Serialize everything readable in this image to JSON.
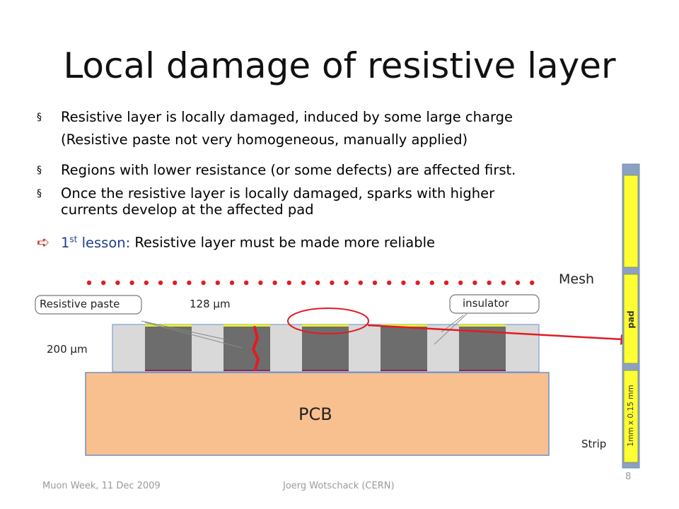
{
  "slide": {
    "title": "Local damage of resistive layer",
    "bullets": [
      {
        "marker": "§",
        "text": "Resistive layer is locally damaged, induced by some large charge"
      },
      {
        "marker": "",
        "text": "(Resistive paste not very homogeneous, manually applied)"
      },
      {
        "marker": "§",
        "text": "Regions with lower resistance (or some defects) are affected first."
      },
      {
        "marker": "§",
        "text": "Once the resistive layer is locally damaged, sparks with higher"
      },
      {
        "marker": "",
        "text": "currents develop at the affected pad"
      }
    ],
    "lesson": {
      "marker": "➪",
      "number": "1",
      "suffix": "st",
      "label": " lesson:",
      "text": " Resistive layer must be made more reliable"
    }
  },
  "diagram": {
    "mesh_label": "Mesh",
    "resistive_paste_label": "Resistive paste",
    "pitch_label": "128 µm",
    "insulator_label": "insulator",
    "thickness_label": "200 µm",
    "pcb_label": "PCB",
    "strip_label": "Strip",
    "pad_label": "pad",
    "strip_dim_label": "1mm x 0.15 mm",
    "colors": {
      "pcb": "#f8c08f",
      "pad_dark": "#6d6d6d",
      "insulator": "#d9d9d9",
      "resistive": "#e8ef2a",
      "spark": "#e31b23",
      "strip_yellow": "#ffff33"
    }
  },
  "footer": {
    "left": "Muon Week, 11 Dec 2009",
    "center": "Joerg Wotschack (CERN)",
    "page": "8"
  }
}
